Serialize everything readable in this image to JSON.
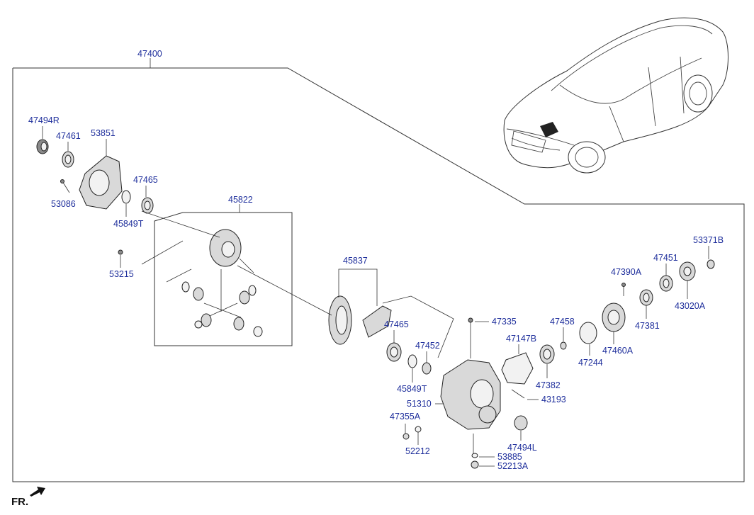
{
  "diagram": {
    "assembly_number": "47400",
    "part_labels": {
      "p47494R": "47494R",
      "p47461": "47461",
      "p53851": "53851",
      "p47465a": "47465",
      "p53086": "53086",
      "p45849Ta": "45849T",
      "p45822": "45822",
      "p53215": "53215",
      "p45837": "45837",
      "p47465b": "47465",
      "p47452": "47452",
      "p45849Tb": "45849T",
      "p51310": "51310",
      "p47355A": "47355A",
      "p52212": "52212",
      "p47335": "47335",
      "p47147B": "47147B",
      "p47382": "47382",
      "p43193": "43193",
      "p47494L": "47494L",
      "p53885": "53885",
      "p52213A": "52213A",
      "p47458": "47458",
      "p47244": "47244",
      "p47460A": "47460A",
      "p47390A": "47390A",
      "p47381": "47381",
      "p47451": "47451",
      "p53371B": "53371B",
      "p43020A": "43020A"
    },
    "direction_indicator": "FR."
  }
}
